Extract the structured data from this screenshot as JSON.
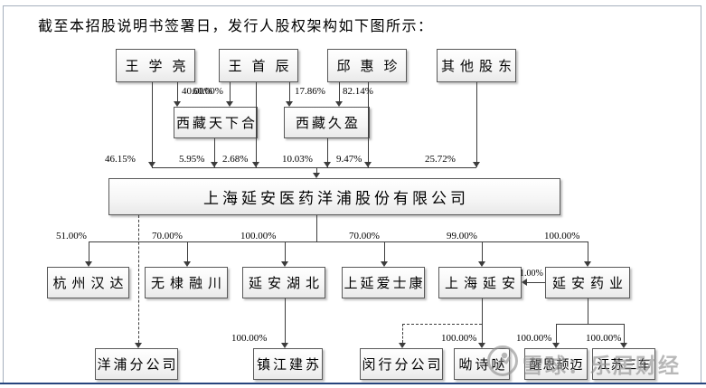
{
  "title": "截至本招股说明书签署日，发行人股权架构如下图所示：",
  "watermark": {
    "source_label": "雪球：乐居财经"
  },
  "nodes": {
    "wang_xueliang": "王学亮",
    "wang_shouchen": "王首辰",
    "qiu_huizhen": "邱惠珍",
    "other_shareholders": "其他股东",
    "xizang_tianxiahe": "西藏天下合",
    "xizang_jiuying": "西藏久盈",
    "issuer": "上海延安医药洋浦股份有限公司",
    "hangzhou_handa": "杭州汉达",
    "wudi_rongchuan": "无棣融川",
    "yanan_hubei": "延安湖北",
    "shangyan_aishikang": "上延爱士康",
    "shanghai_yanan": "上海延安",
    "yanan_yaoye": "延安药业",
    "yangpu_branch": "洋浦分公司",
    "zhenjiang_jiansu": "镇江建苏",
    "minhang_branch": "闵行分公司",
    "youshida": "呦诗哒",
    "yaoye_sub1": "醒恩颉迈",
    "yaoye_sub2": "江苏三车"
  },
  "pct": {
    "wangxueliang_tianxiahe": "40.00%",
    "wangshouchen_tianxiahe": "60.00%",
    "wangshouchen_jiuying": "17.86%",
    "qiuhuizhen_jiuying": "82.14%",
    "wangxueliang_issuer": "46.15%",
    "tianxiahe_issuer": "5.95%",
    "wangshouchen_issuer": "2.68%",
    "jiuying_issuer": "10.03%",
    "qiuhuizhen_issuer": "9.47%",
    "others_issuer": "25.72%",
    "issuer_hangzhouhanda": "51.00%",
    "issuer_wudirongchuan": "70.00%",
    "issuer_yananhubei": "100.00%",
    "issuer_shangyanaishikang": "70.00%",
    "issuer_shanghaiyanan": "99.00%",
    "issuer_yananyaoye": "100.00%",
    "yananyaoye_shanghaiyanan": "1.00%",
    "yananhubei_zhenjiangjiansu": "100.00%",
    "shanghaiyanan_youshida": "100.00%",
    "yananyaoye_sub1": "100.00%",
    "yananyaoye_sub2": "100.00%"
  }
}
